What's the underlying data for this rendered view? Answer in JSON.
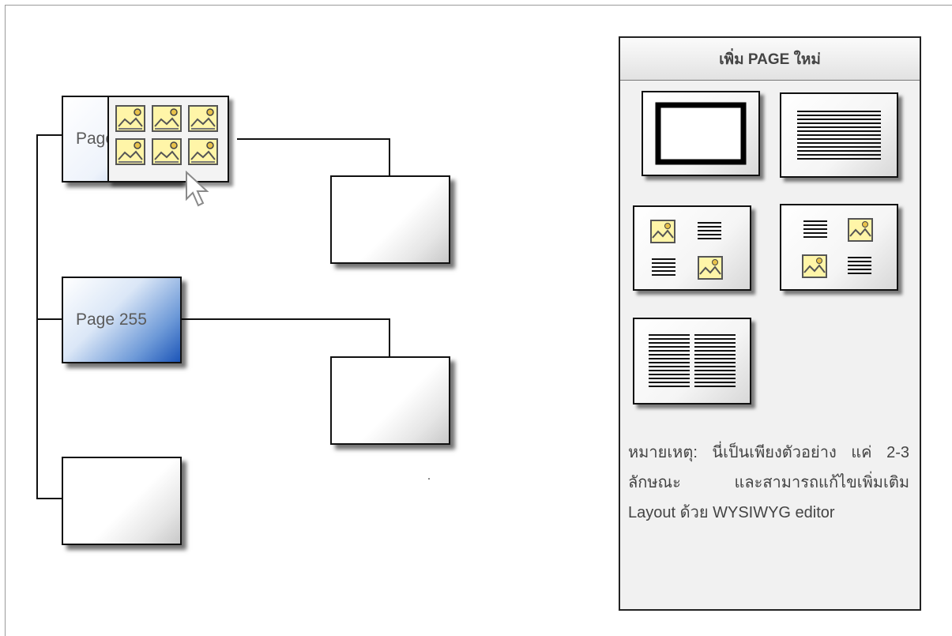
{
  "tree": {
    "nodes": [
      {
        "id": "node-page-top",
        "label": "Page",
        "state": "highlighted"
      },
      {
        "id": "node-page-255",
        "label": "Page 255",
        "state": "selected"
      },
      {
        "id": "node-empty-bottom",
        "label": "",
        "state": "normal"
      },
      {
        "id": "node-child-1",
        "label": "",
        "state": "normal"
      },
      {
        "id": "node-child-2",
        "label": "",
        "state": "normal"
      }
    ],
    "popup_icons": [
      "image-icon",
      "image-icon",
      "image-icon",
      "image-icon",
      "image-icon",
      "image-icon"
    ]
  },
  "panel": {
    "title": "เพิ่ม PAGE ใหม่",
    "layouts": [
      {
        "name": "layout-single-frame",
        "icon": "frame-icon"
      },
      {
        "name": "layout-text-only",
        "icon": "text-lines-icon"
      },
      {
        "name": "layout-image-text-grid",
        "icon": "image-text-icon"
      },
      {
        "name": "layout-text-image-grid",
        "icon": "text-image-icon"
      },
      {
        "name": "layout-two-columns",
        "icon": "two-columns-icon"
      }
    ],
    "note": "หมายเหตุ: นี่เป็นเพียงตัวอย่าง แค่ 2-3 ลักษณะ และสามารถแก้ไขเพิ่มเติม Layout ด้วย WYSIWYG editor"
  },
  "colors": {
    "selected_blue": "#1c55b8",
    "border": "#111111",
    "panel_bg": "#f1f1f1"
  }
}
